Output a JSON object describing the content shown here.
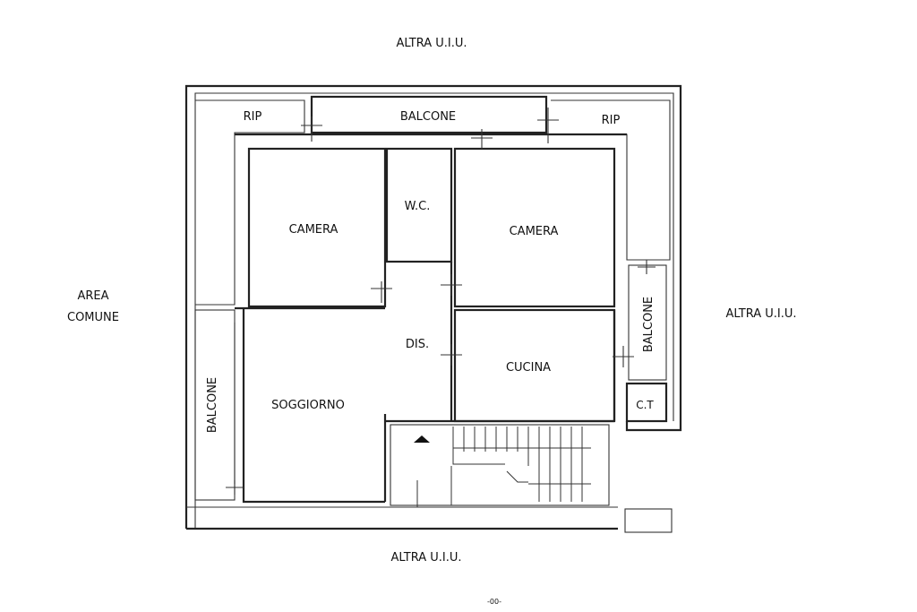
{
  "labels": {
    "top_neighbor": "ALTRA U.I.U.",
    "bottom_neighbor": "ALTRA U.I.U.",
    "right_neighbor": "ALTRA U.I.U.",
    "left_area_line1": "AREA",
    "left_area_line2": "COMUNE",
    "rip_left": "RIP",
    "rip_right": "RIP",
    "balcone_top": "BALCONE",
    "balcone_left": "BALCONE",
    "balcone_right": "BALCONE",
    "camera_left": "CAMERA",
    "camera_right": "CAMERA",
    "wc": "W.C.",
    "dis": "DIS.",
    "cucina": "CUCINA",
    "soggiorno": "SOGGIORNO",
    "ct": "C.T",
    "footer_mark": "-00-"
  }
}
